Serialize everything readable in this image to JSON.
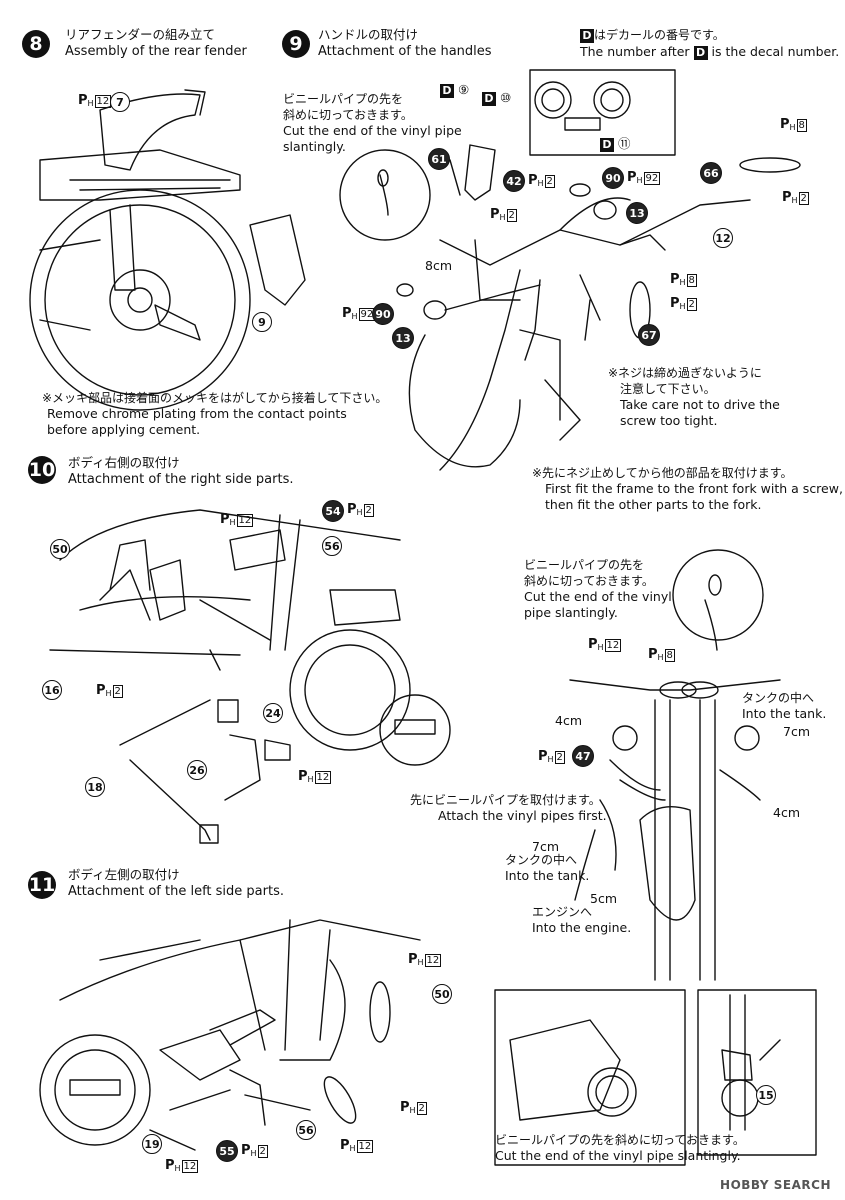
{
  "steps": {
    "s8": {
      "number": "8",
      "title_jp": "リアフェンダーの組み立て",
      "title_en": "Assembly of the rear fender",
      "note_jp": "※メッキ部品は接着面のメッキをはがしてから接着して下さい。",
      "note_en1": "Remove chrome plating from the contact points",
      "note_en2": "before applying cement."
    },
    "s9": {
      "number": "9",
      "title_jp": "ハンドルの取付け",
      "title_en": "Attachment of the handles",
      "decal_jp": "はデカールの番号です。",
      "decal_en_a": "The number after",
      "decal_en_b": "is the decal number.",
      "vinyl_jp": "ビニールパイプの先を",
      "vinyl_jp2": "斜めに切っておきます。",
      "vinyl_en1": "Cut the end of the vinyl pipe",
      "vinyl_en2": "slantingly.",
      "len_8cm": "8cm",
      "screw_jp1": "※ネジは締め過ぎないように",
      "screw_jp2": "注意して下さい。",
      "screw_en1": "Take care not to drive the",
      "screw_en2": "screw too tight.",
      "fork_jp": "※先にネジ止めしてから他の部品を取付けます。",
      "fork_en1": "First fit the frame to the front fork with a screw,",
      "fork_en2": "then fit the other parts to the fork."
    },
    "s10": {
      "number": "10",
      "title_jp": "ボディ右側の取付け",
      "title_en": "Attachment of the right side parts."
    },
    "s11": {
      "number": "11",
      "title_jp": "ボディ左側の取付け",
      "title_en": "Attachment of the left side parts."
    }
  },
  "front_view": {
    "vinyl_jp1": "ビニールパイプの先を",
    "vinyl_jp2": "斜めに切っておきます。",
    "vinyl_en1": "Cut the end of the vinyl",
    "vinyl_en2": "pipe slantingly.",
    "len_4cm_left": "4cm",
    "tank_jp": "タンクの中へ",
    "tank_en": "Into the tank.",
    "len_7cm_right": "7cm",
    "len_4cm_right": "4cm",
    "attach_jp": "先にビニールパイプを取付けます。",
    "attach_en": "Attach the vinyl pipes first.",
    "len_7cm_left": "7cm",
    "tank2_jp": "タンクの中へ",
    "tank2_en": "Into the tank.",
    "len_5cm": "5cm",
    "engine_jp": "エンジンへ",
    "engine_en": "Into the engine.",
    "bottom_jp": "ビニールパイプの先を斜めに切っておきます。",
    "bottom_en": "Cut the end of the vinyl pipe slantingly."
  },
  "decal_letter": "D",
  "decals": {
    "d9": "⑨",
    "d10": "⑩",
    "d11": "⑪"
  },
  "ph_prefix": "P",
  "ph_sub": "H",
  "ph_values": {
    "n12": "12",
    "n2": "2",
    "n8": "8",
    "n92": "92"
  },
  "parts": {
    "p7": "7",
    "p9": "9",
    "p12": "12",
    "p13": "13",
    "p42": "42",
    "p61": "61",
    "p66": "66",
    "p67": "67",
    "p90": "90",
    "p50": "50",
    "p54": "54",
    "p56": "56",
    "p16": "16",
    "p24": "24",
    "p18": "18",
    "p26": "26",
    "p47": "47",
    "p15": "15",
    "p19": "19",
    "p55": "55"
  },
  "watermark": "HOBBY SEARCH"
}
